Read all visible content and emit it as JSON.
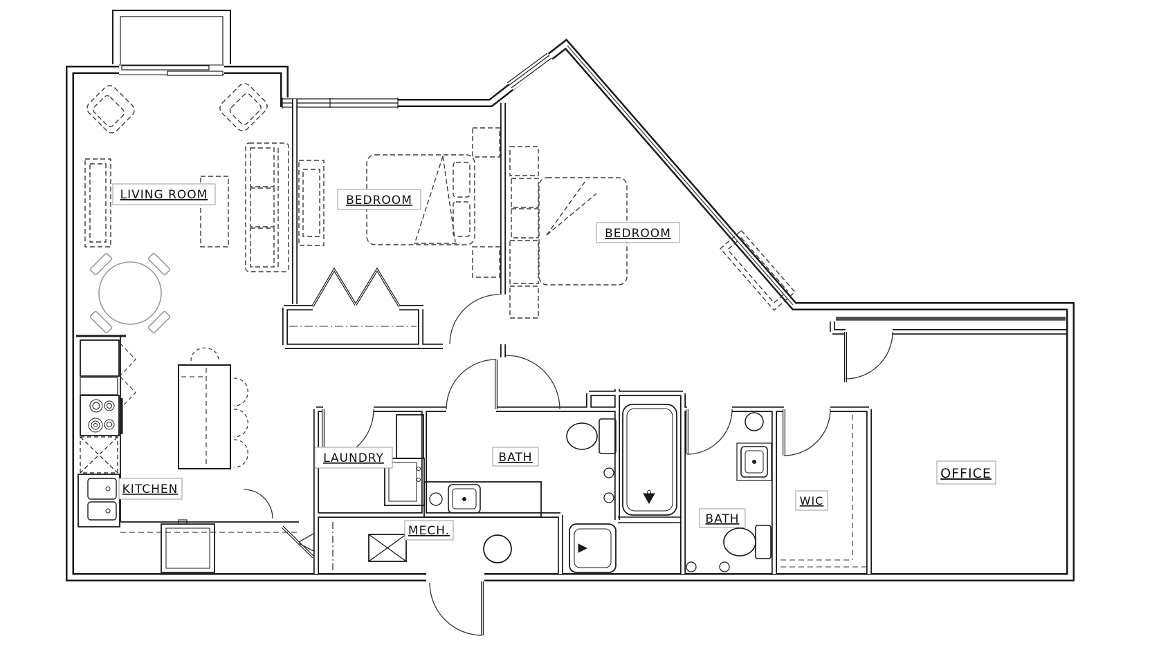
{
  "document": {
    "type": "architectural floor plan",
    "style": "black and white CAD line drawing",
    "units_visible": false
  },
  "rooms": [
    {
      "id": "living-room",
      "label": "LIVING ROOM"
    },
    {
      "id": "bedroom-1",
      "label": "BEDROOM"
    },
    {
      "id": "bedroom-2",
      "label": "BEDROOM"
    },
    {
      "id": "kitchen",
      "label": "KITCHEN"
    },
    {
      "id": "laundry",
      "label": "LAUNDRY"
    },
    {
      "id": "bath-1",
      "label": "BATH"
    },
    {
      "id": "mech",
      "label": "MECH."
    },
    {
      "id": "bath-2",
      "label": "BATH"
    },
    {
      "id": "wic",
      "label": "WIC"
    },
    {
      "id": "office",
      "label": "OFFICE"
    }
  ],
  "features": {
    "windows": [
      "balcony-slider",
      "bedroom1-double-window",
      "diagonal-wall-window",
      "long-diagonal-glazing"
    ],
    "doors": [
      "entry-door",
      "bedroom1-door",
      "bedroom2-door",
      "bath1-door",
      "laundry-door",
      "bath2-door",
      "wic-door",
      "office-door",
      "bedroom1-closet-bifold",
      "entry-closet-door"
    ],
    "fixtures": [
      "refrigerator",
      "range-4-burners",
      "dishwasher",
      "double-sink",
      "kitchen-island",
      "island-stools",
      "stacked-washer-dryer",
      "furnace",
      "water-heater",
      "toilet-bath1",
      "shower-bath1",
      "tub-bath1",
      "vanity-bath1",
      "toilet-bath2",
      "sink-bath2",
      "wic-shelving"
    ],
    "furniture": [
      "armchair",
      "armchair",
      "sofa",
      "console",
      "coffee-table",
      "dining-table-4-chairs",
      "bed-bedroom1",
      "dresser-bedroom1",
      "nightstands",
      "bed-bedroom2",
      "dresser-bedroom2-diagonal"
    ]
  },
  "colors": {
    "walls": "#1a1a1a",
    "furniture_dashed": "#3a3a3a",
    "light_furniture": "#999999",
    "dark_band": "#4a4a4a",
    "background": "#ffffff"
  }
}
